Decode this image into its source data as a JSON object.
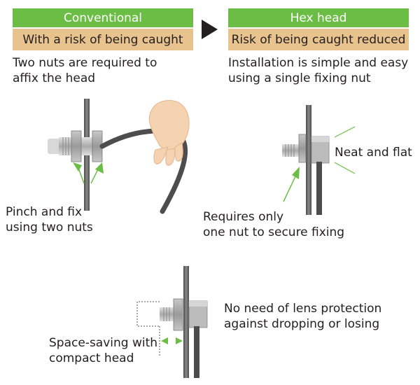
{
  "conventional": {
    "title": "Conventional",
    "risk": "With a risk of being caught",
    "description": [
      "Two nuts are required to",
      "affix the head"
    ],
    "callout": [
      "Pinch and fix",
      "using two nuts"
    ]
  },
  "hex_head": {
    "title": "Hex head",
    "risk": "Risk of being caught reduced",
    "description": [
      "Installation is simple and easy",
      "using a single fixing nut"
    ],
    "callout_flat": "Neat and flat",
    "callout_nut": [
      "Requires only",
      "one nut to secure fixing"
    ]
  },
  "bottom": {
    "callout_lens": [
      "No need of lens protection",
      "against dropping or losing"
    ],
    "callout_space": [
      "Space-saving with",
      "compact head"
    ]
  },
  "colors": {
    "header_green": "#6cbd45",
    "header_tan": "#e8c38e",
    "arrow_green": "#6cbd45",
    "cable_gray": "#4d4d4d",
    "hand_skin": "#f6d3b0"
  }
}
